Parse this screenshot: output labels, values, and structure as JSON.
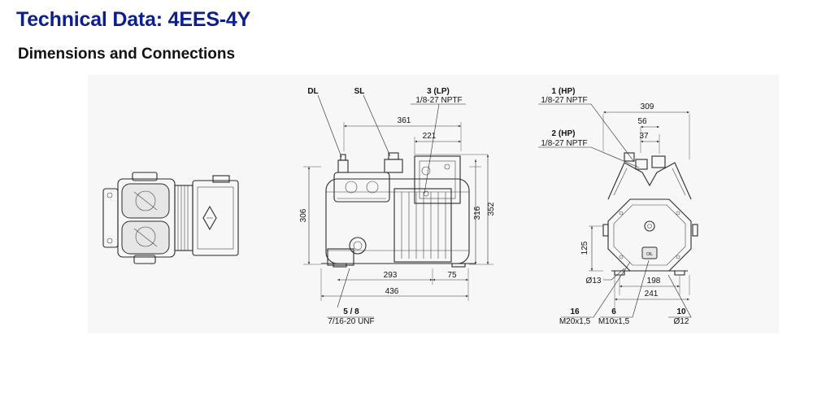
{
  "header": {
    "title": "Technical Data: 4EES-4Y",
    "subtitle": "Dimensions and Connections"
  },
  "colors": {
    "title": "#0c1f8f",
    "drawing_bg": "#f7f7f7",
    "line": "#2a2a2a"
  },
  "front_view": {
    "callouts": {
      "dl": "DL",
      "sl": "SL",
      "lp_name": "3 (LP)",
      "lp_thread": "1/8-27 NPTF",
      "oil_name": "5 / 8",
      "oil_thread": "7/16-20 UNF"
    },
    "dims": {
      "d361": "361",
      "d221": "221",
      "d306": "306",
      "d316": "316",
      "d352": "352",
      "d293": "293",
      "d75": "75",
      "d436": "436"
    }
  },
  "side_view": {
    "callouts": {
      "hp1_name": "1 (HP)",
      "hp1_thread": "1/8-27 NPTF",
      "hp2_name": "2 (HP)",
      "hp2_thread": "1/8-27 NPTF",
      "c16_name": "16",
      "c16_thread": "M20x1,5",
      "c6_name": "6",
      "c6_thread": "M10x1,5",
      "c10_name": "10",
      "c10_thread": "Ø12"
    },
    "dims": {
      "d309": "309",
      "d56": "56",
      "d37": "37",
      "d125": "125",
      "d13": "Ø13",
      "d198": "198",
      "d241": "241"
    },
    "plate_text": "OIL"
  }
}
